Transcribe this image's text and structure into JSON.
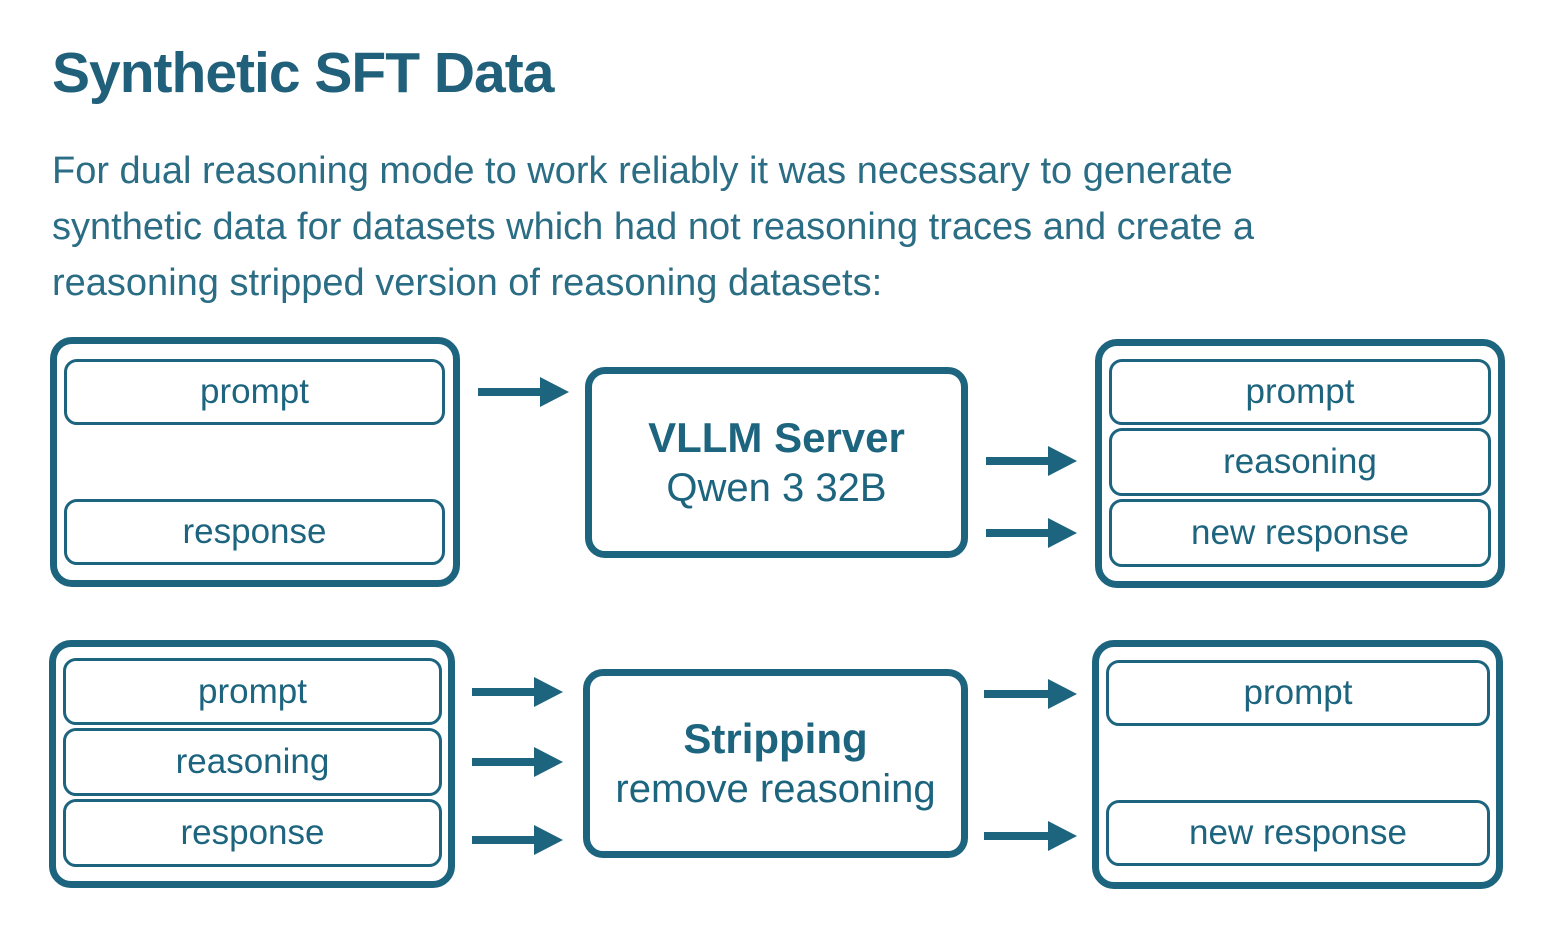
{
  "page": {
    "title": "Synthetic SFT Data",
    "intro_lines": [
      "For dual reasoning mode to work reliably it was necessary to generate",
      "synthetic data for datasets which had not reasoning traces and create a",
      "reasoning stripped version of reasoning datasets:"
    ]
  },
  "colors": {
    "accent": "#1d647f",
    "title": "#20607a",
    "body_text": "#2a6d85",
    "background": "#ffffff"
  },
  "diagram": {
    "row1": {
      "source": {
        "fields": [
          "prompt",
          "response"
        ]
      },
      "process": {
        "title": "VLLM Server",
        "subtitle": "Qwen 3 32B"
      },
      "output": {
        "fields": [
          "prompt",
          "reasoning",
          "new response"
        ]
      }
    },
    "row2": {
      "source": {
        "fields": [
          "prompt",
          "reasoning",
          "response"
        ]
      },
      "process": {
        "title": "Stripping",
        "subtitle": "remove reasoning"
      },
      "output": {
        "fields": [
          "prompt",
          "new response"
        ]
      }
    }
  }
}
